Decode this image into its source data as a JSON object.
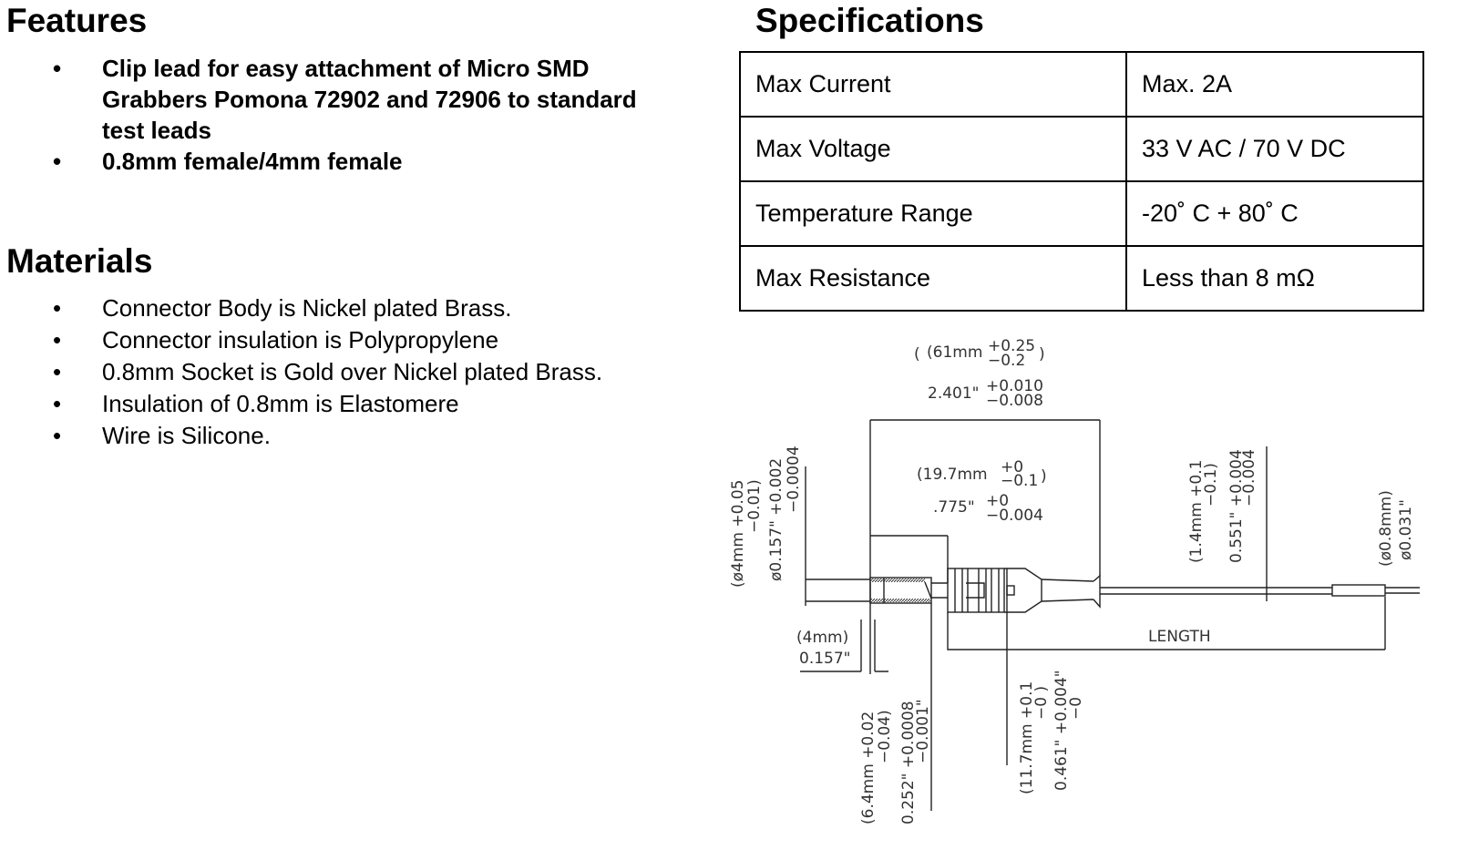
{
  "features": {
    "heading": "Features",
    "items": [
      "Clip lead for easy attachment of Micro SMD Grabbers Pomona 72902 and 72906 to standard test leads",
      "0.8mm female/4mm female"
    ]
  },
  "materials": {
    "heading": "Materials",
    "items": [
      "Connector Body is Nickel plated Brass.",
      "Connector insulation is Polypropylene",
      "0.8mm Socket  is Gold over Nickel plated Brass.",
      "Insulation of  0.8mm is Elastomere",
      "Wire is Silicone."
    ]
  },
  "specifications": {
    "heading": "Specifications",
    "rows": [
      {
        "label": "Max Current",
        "value": "Max. 2A"
      },
      {
        "label": "Max Voltage",
        "value": "33 V AC / 70 V DC"
      },
      {
        "label": "Temperature Range",
        "value": "-20˚ C + 80˚ C"
      },
      {
        "label": "Max Resistance",
        "value": "Less than 8 mΩ"
      }
    ]
  },
  "drawing": {
    "overall_mm": "(61mm",
    "overall_mm_plus": "+0.25",
    "overall_mm_minus": "−0.2",
    "overall_mm_close": ")",
    "overall_in": "2.401\"",
    "overall_in_plus": "+0.010",
    "overall_in_minus": "−0.008",
    "body_mm": "(19.7mm",
    "body_mm_plus": "+0",
    "body_mm_minus": "−0.1",
    "body_mm_close": ")",
    "body_in": ".775\"",
    "body_in_plus": "+0",
    "body_in_minus": "−0.004",
    "socket_dia_mm": "(ø4mm  +0.05",
    "socket_dia_mm_minus": "−0.01)",
    "socket_dia_in": "ø0.157\" +0.002",
    "socket_dia_in_minus": "−0.0004",
    "socket_len_mm": "(4mm)",
    "socket_len_in": "0.157\"",
    "insul_dia_mm": "(6.4mm  +0.02",
    "insul_dia_mm_minus": "−0.04)",
    "insul_dia_in": "0.252\" +0.0008",
    "insul_dia_in_minus": "−0.001\"",
    "body_dia_mm": "(11.7mm  +0.1",
    "body_dia_mm_minus": "−0 )",
    "body_dia_in": "0.461\" +0.004\"",
    "body_dia_in_minus": "−0",
    "wire_dia_mm": "(1.4mm  +0.1",
    "wire_dia_mm_minus": "−0.1)",
    "wire_dia_in": "0.551\" +0.004",
    "wire_dia_in_minus": "−0.004",
    "pin_dia_mm": "(ø0.8mm)",
    "pin_dia_in": "ø0.031\"",
    "length_label": "LENGTH"
  }
}
